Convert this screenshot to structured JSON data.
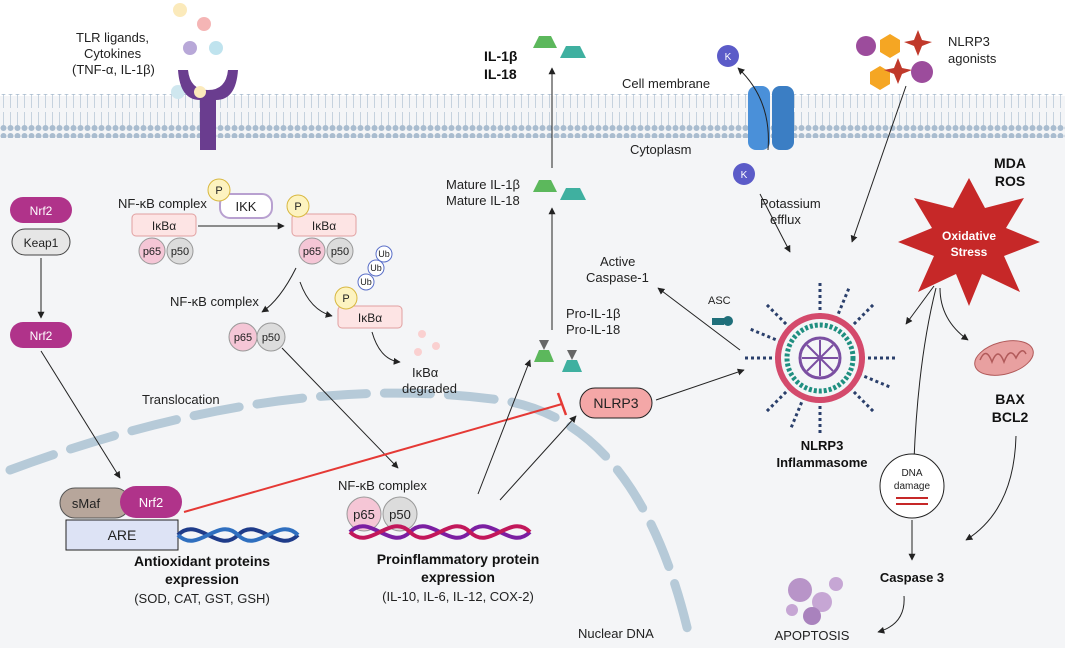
{
  "labels": {
    "tlr_ligands": "TLR ligands,",
    "cytokines": "Cytokines",
    "tnf": "(TNF-α, IL-1β)",
    "nrf2_top": "Nrf2",
    "keap1": "Keap1",
    "nrf2_mid": "Nrf2",
    "nfkb_complex_top": "NF-κB complex",
    "ikba_1": "IκBα",
    "ikk": "IKK",
    "p_1": "P",
    "p65_1": "p65",
    "p50_1": "p50",
    "p_2": "P",
    "ikba_2": "IκBα",
    "p65_2": "p65",
    "p50_2": "p50",
    "ub": "Ub",
    "nfkb_complex_mid": "NF-κB complex",
    "p65_3": "p65",
    "p50_3": "p50",
    "p_3": "P",
    "ikba_3": "IκBα",
    "ikba_degraded_1": "IκBα",
    "ikba_degraded_2": "degraded",
    "translocation": "Translocation",
    "smaf": "sMaf",
    "nrf2_bottom": "Nrf2",
    "are": "ARE",
    "antiox_1": "Antioxidant proteins",
    "antiox_2": "expression",
    "antiox_3": "(SOD, CAT, GST, GSH)",
    "nfkb_complex_bottom": "NF-κB complex",
    "p65_4": "p65",
    "p50_4": "p50",
    "proinf_1": "Proinflammatory protein",
    "proinf_2": "expression",
    "proinf_3": "(IL-10, IL-6, IL-12, COX-2)",
    "nuclear_dna": "Nuclear DNA",
    "il1b": "IL-1β",
    "il18": "IL-18",
    "cell_membrane": "Cell membrane",
    "cytoplasm": "Cytoplasm",
    "mature_il1b": "Mature IL-1β",
    "mature_il18": "Mature IL-18",
    "active_1": "Active",
    "active_2": "Caspase-1",
    "pro_il1b": "Pro-IL-1β",
    "pro_il18": "Pro-IL-18",
    "nlrp3": "NLRP3",
    "asc": "ASC",
    "k_top": "K",
    "k_bottom": "K",
    "potassium_1": "Potassium",
    "potassium_2": "efflux",
    "nlrp3_agonists_1": "NLRP3",
    "nlrp3_agonists_2": "agonists",
    "mda": "MDA",
    "ros": "ROS",
    "oxidative_1": "Oxidative",
    "oxidative_2": "Stress",
    "inflammasome_1": "NLRP3",
    "inflammasome_2": "Inflammasome",
    "dna_damage_1": "DNA",
    "dna_damage_2": "damage",
    "bax": "BAX",
    "bcl2": "BCL2",
    "caspase3": "Caspase 3",
    "apoptosis": "APOPTOSIS"
  },
  "colors": {
    "nrf2": "#b0338a",
    "ikba_fill": "#fde4e4",
    "p65_fill": "#f5c6d6",
    "p50_fill": "#dcdcdc",
    "membrane": "#9fb3c8",
    "inhibition_line": "#e53935",
    "star": "#c62828",
    "green_cytokine": "#5cb85c",
    "teal_cytokine": "#3fb0a0",
    "nlrp3_fill": "#f4a7a7",
    "dna_blue": "#1f3c8a",
    "dna_purple": "#7b1fa2",
    "potassium": "#5b5bc8",
    "channel": "#4a90d9",
    "tlr_receptor": "#6a3d8f"
  }
}
